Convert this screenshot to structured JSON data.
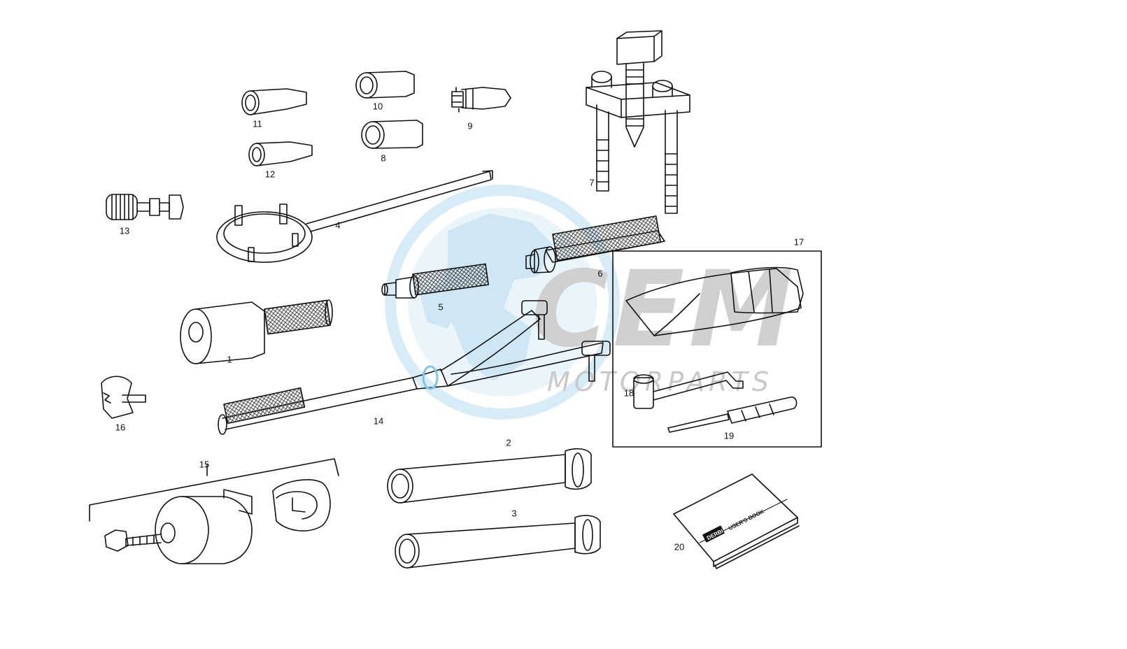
{
  "diagram": {
    "parts": [
      {
        "number": "1"
      },
      {
        "number": "2"
      },
      {
        "number": "3"
      },
      {
        "number": "4"
      },
      {
        "number": "5"
      },
      {
        "number": "6"
      },
      {
        "number": "7"
      },
      {
        "number": "8"
      },
      {
        "number": "9"
      },
      {
        "number": "10"
      },
      {
        "number": "11"
      },
      {
        "number": "12"
      },
      {
        "number": "13"
      },
      {
        "number": "14"
      },
      {
        "number": "15"
      },
      {
        "number": "16"
      },
      {
        "number": "17"
      },
      {
        "number": "18"
      },
      {
        "number": "19"
      },
      {
        "number": "20"
      }
    ],
    "book_brand": "DERBI",
    "book_title": "USER'S BOOK"
  },
  "watermark": {
    "brand": "CEM",
    "subtitle": "MOTORPARTS",
    "colors": {
      "globe": "#bfe0f5",
      "letters": "#cfcfcf"
    }
  }
}
